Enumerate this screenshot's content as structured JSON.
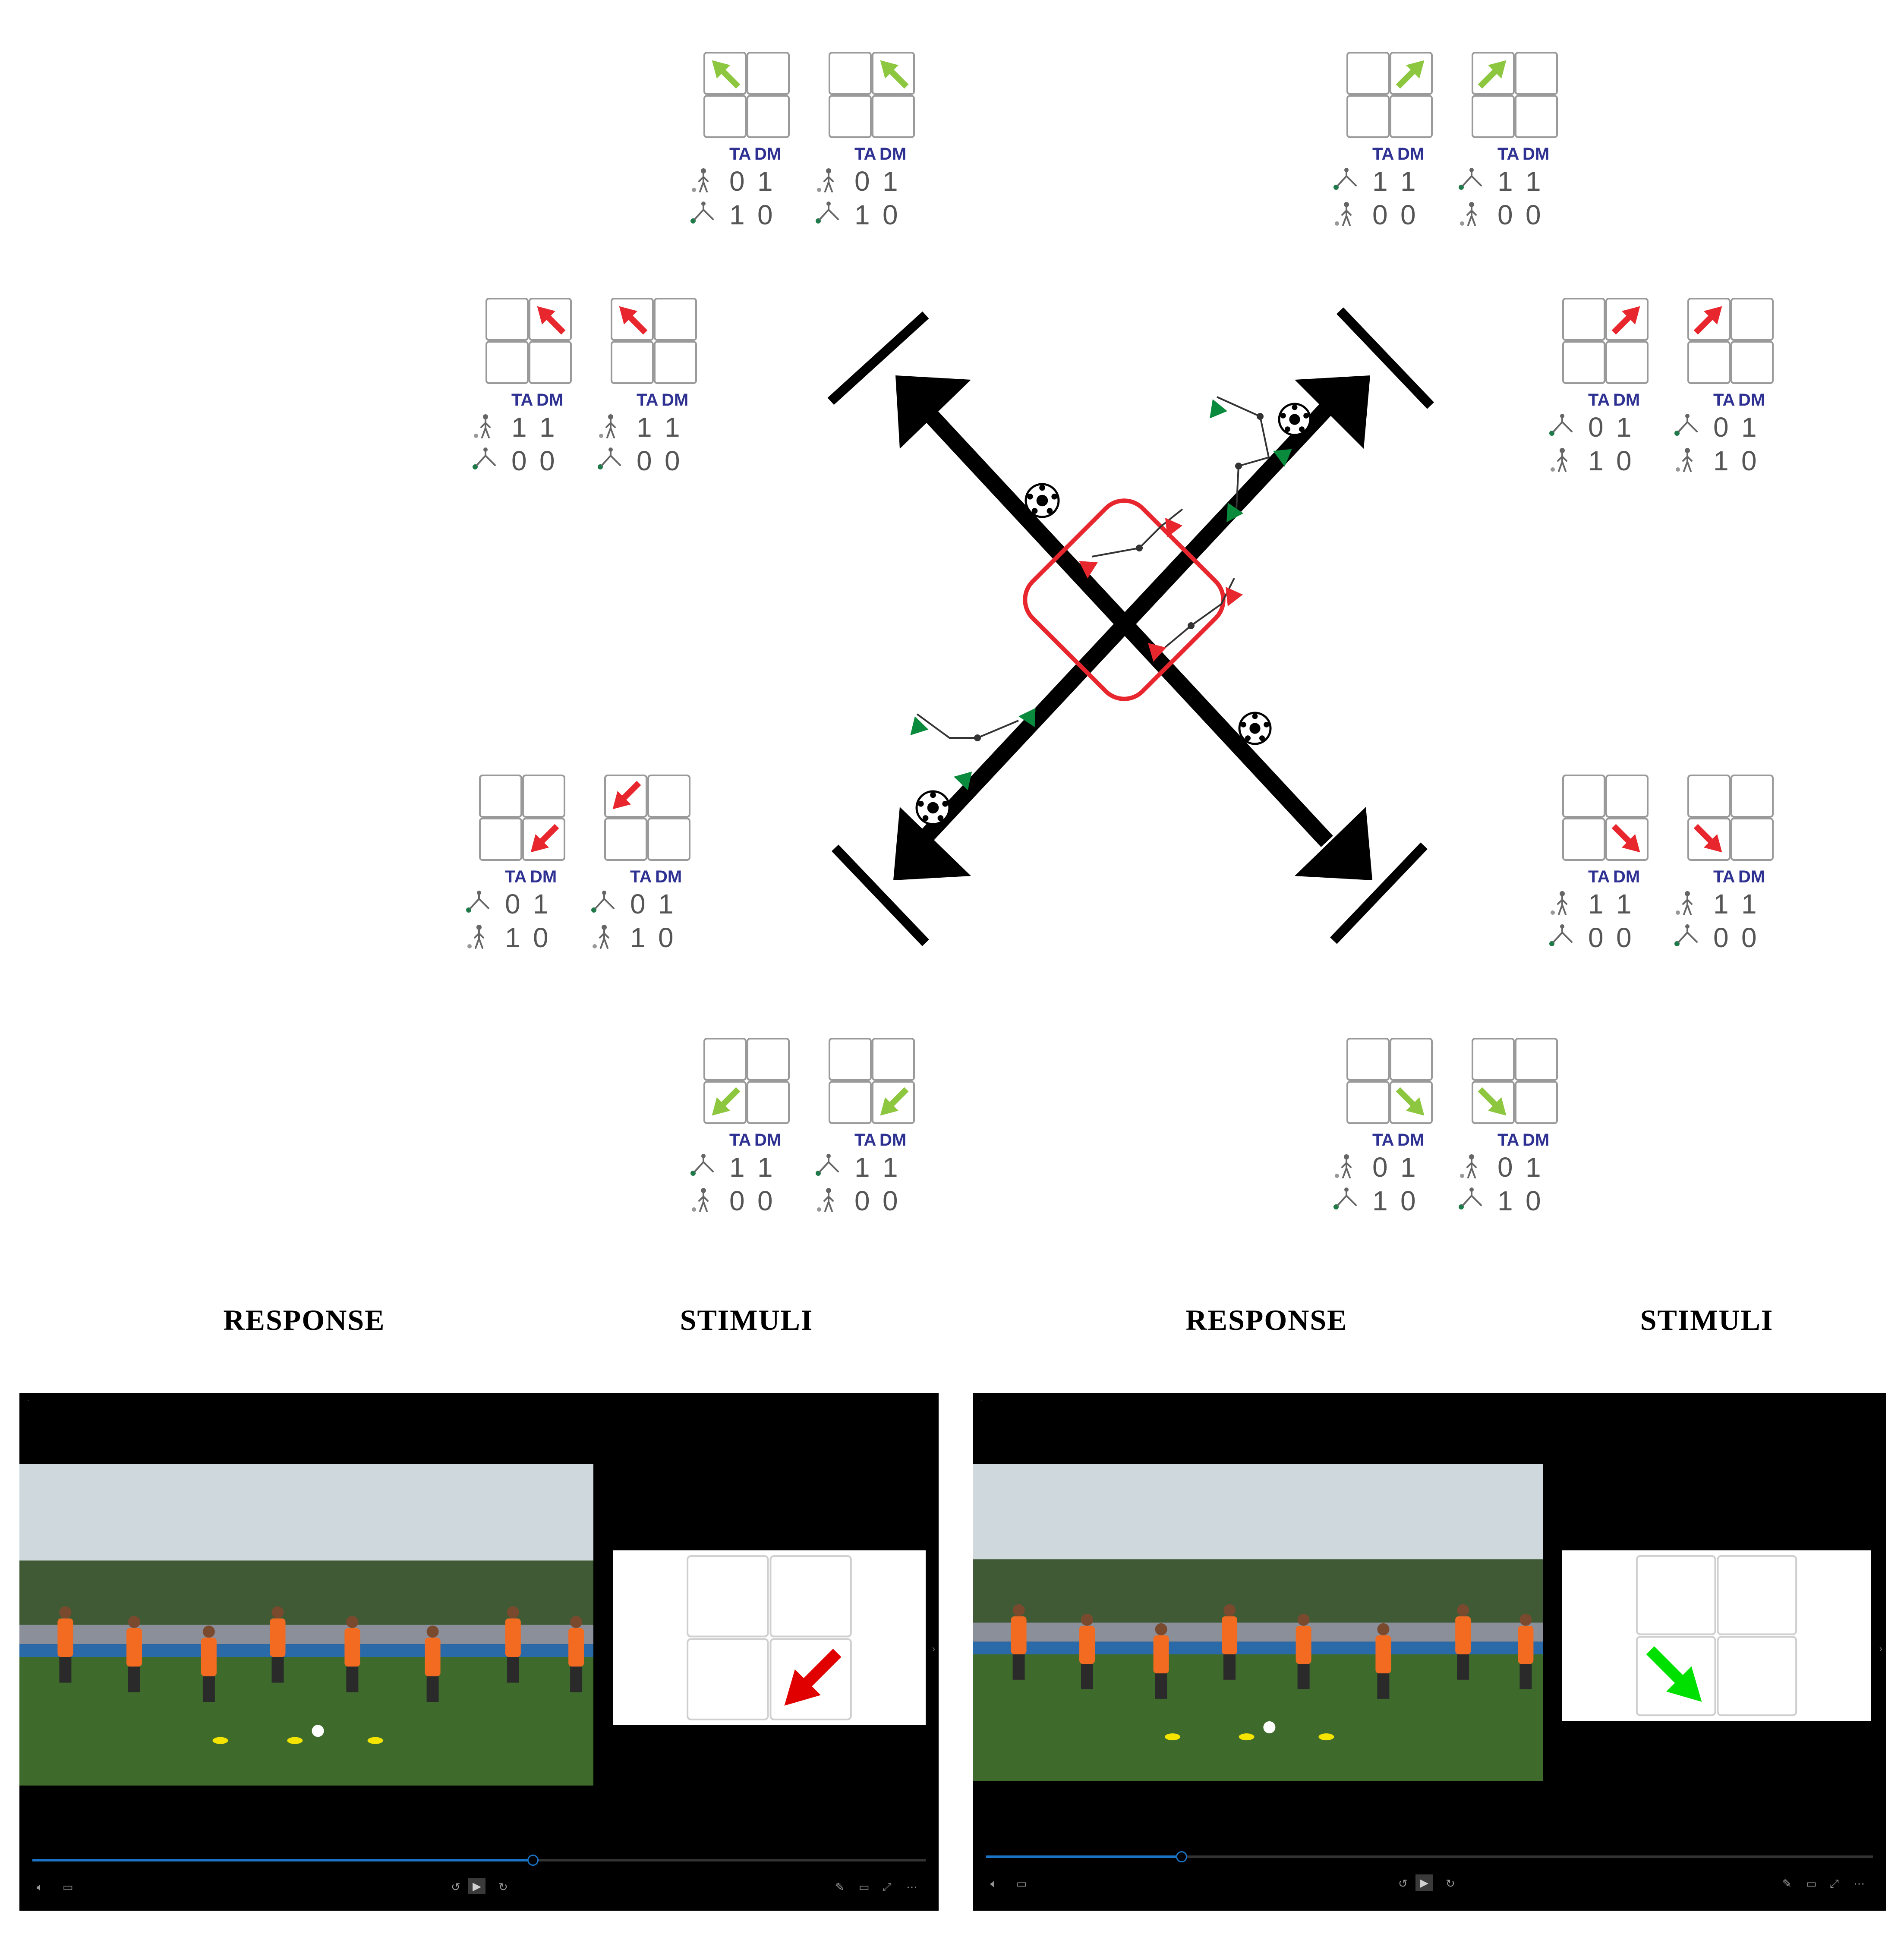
{
  "colors": {
    "green_arrow": "#8dc63f",
    "red_arrow": "#e8262d",
    "header_blue": "#2e3192",
    "circuit_arrow": "#000000",
    "center_box": "#e8262d",
    "dark_green": "#0a8a3c",
    "stimulus_green": "#00e000",
    "stimulus_red": "#e00000",
    "timeline_blue": "#1a73c4"
  },
  "matrix_header": {
    "ta": "TA",
    "dm": "DM"
  },
  "panels": [
    {
      "id": "top-left",
      "grids": [
        {
          "cell": "tl",
          "dir": "ul",
          "color": "green"
        },
        {
          "cell": "tr",
          "dir": "ul",
          "color": "green"
        }
      ],
      "rows": [
        {
          "icon": "stand-icon",
          "ta": "0",
          "dm": "1"
        },
        {
          "icon": "dribble-icon",
          "ta": "1",
          "dm": "0"
        }
      ]
    },
    {
      "id": "top-right",
      "grids": [
        {
          "cell": "tr",
          "dir": "ur",
          "color": "green"
        },
        {
          "cell": "tl",
          "dir": "ur",
          "color": "green"
        }
      ],
      "rows": [
        {
          "icon": "dribble-icon",
          "ta": "1",
          "dm": "1"
        },
        {
          "icon": "stand-icon",
          "ta": "0",
          "dm": "0"
        }
      ]
    },
    {
      "id": "upper-left",
      "grids": [
        {
          "cell": "tr",
          "dir": "ul",
          "color": "red"
        },
        {
          "cell": "tl",
          "dir": "ul",
          "color": "red"
        }
      ],
      "rows": [
        {
          "icon": "stand-icon",
          "ta": "1",
          "dm": "1"
        },
        {
          "icon": "dribble-icon",
          "ta": "0",
          "dm": "0"
        }
      ]
    },
    {
      "id": "upper-right",
      "grids": [
        {
          "cell": "tr",
          "dir": "ur",
          "color": "red"
        },
        {
          "cell": "tl",
          "dir": "ur",
          "color": "red"
        }
      ],
      "rows": [
        {
          "icon": "dribble-icon",
          "ta": "0",
          "dm": "1"
        },
        {
          "icon": "stand-icon",
          "ta": "1",
          "dm": "0"
        }
      ]
    },
    {
      "id": "lower-left",
      "grids": [
        {
          "cell": "br",
          "dir": "dl",
          "color": "red"
        },
        {
          "cell": "tl",
          "dir": "dl",
          "color": "red"
        }
      ],
      "rows": [
        {
          "icon": "dribble-icon",
          "ta": "0",
          "dm": "1"
        },
        {
          "icon": "stand-icon",
          "ta": "1",
          "dm": "0"
        }
      ]
    },
    {
      "id": "lower-right",
      "grids": [
        {
          "cell": "br",
          "dir": "dr",
          "color": "red"
        },
        {
          "cell": "bl",
          "dir": "dr",
          "color": "red"
        }
      ],
      "rows": [
        {
          "icon": "stand-icon",
          "ta": "1",
          "dm": "1"
        },
        {
          "icon": "dribble-icon",
          "ta": "0",
          "dm": "0"
        }
      ]
    },
    {
      "id": "bottom-left",
      "grids": [
        {
          "cell": "bl",
          "dir": "dl",
          "color": "green"
        },
        {
          "cell": "br",
          "dir": "dl",
          "color": "green"
        }
      ],
      "rows": [
        {
          "icon": "dribble-icon",
          "ta": "1",
          "dm": "1"
        },
        {
          "icon": "stand-icon",
          "ta": "0",
          "dm": "0"
        }
      ]
    },
    {
      "id": "bottom-right",
      "grids": [
        {
          "cell": "br",
          "dir": "dr",
          "color": "green"
        },
        {
          "cell": "bl",
          "dir": "dr",
          "color": "green"
        }
      ],
      "rows": [
        {
          "icon": "stand-icon",
          "ta": "0",
          "dm": "1"
        },
        {
          "icon": "dribble-icon",
          "ta": "1",
          "dm": "0"
        }
      ]
    }
  ],
  "labels": [
    {
      "id": "response-1",
      "text": "RESPONSE"
    },
    {
      "id": "stimuli-1",
      "text": "STIMULI"
    },
    {
      "id": "response-2",
      "text": "RESPONSE"
    },
    {
      "id": "stimuli-2",
      "text": "STIMULI"
    }
  ],
  "players": [
    {
      "id": "player-1",
      "stimulus": {
        "cell": "br",
        "dir": "dl",
        "color": "red"
      },
      "progress": 0.56
    },
    {
      "id": "player-2",
      "stimulus": {
        "cell": "bl",
        "dir": "dr",
        "color": "green"
      },
      "progress": 0.22
    }
  ]
}
